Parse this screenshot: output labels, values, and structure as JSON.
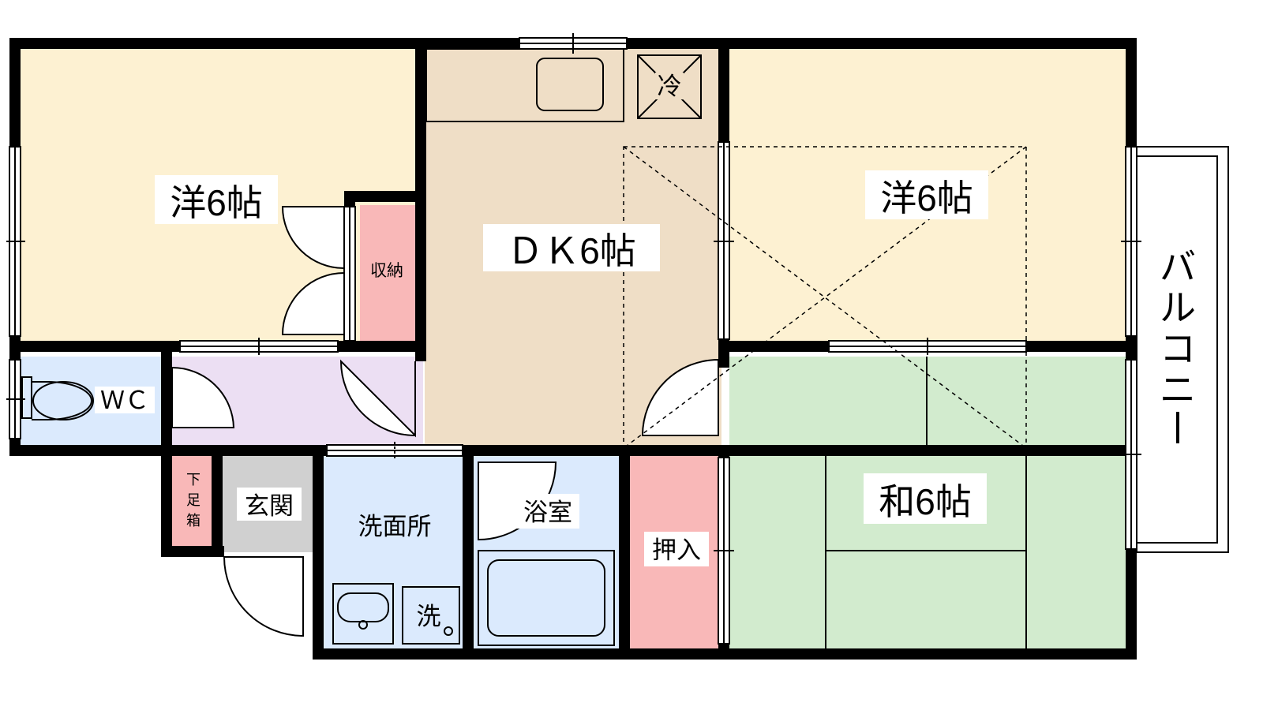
{
  "colors": {
    "wall": "#000000",
    "western_room": "#fdf1d2",
    "dk": "#efdec6",
    "hall": "#ecdff3",
    "wet_area": "#dbeafd",
    "storage": "#f9b8b8",
    "entrance": "#d0d0d0",
    "tatami": "#d2ebce"
  },
  "rooms": {
    "western_left": "洋6帖",
    "dk": "ＤＫ6帖",
    "western_right": "洋6帖",
    "japanese": "和6帖",
    "closet": "収納",
    "wc": "ＷＣ",
    "shoe_box": [
      "下",
      "足",
      "箱"
    ],
    "entrance": "玄関",
    "washroom": "洗面所",
    "bathroom": "浴室",
    "oshiire": "押入",
    "balcony": [
      "バ",
      "ル",
      "コ",
      "ニ",
      "ー"
    ]
  },
  "fixtures": {
    "fridge": "冷",
    "washer": "洗"
  }
}
